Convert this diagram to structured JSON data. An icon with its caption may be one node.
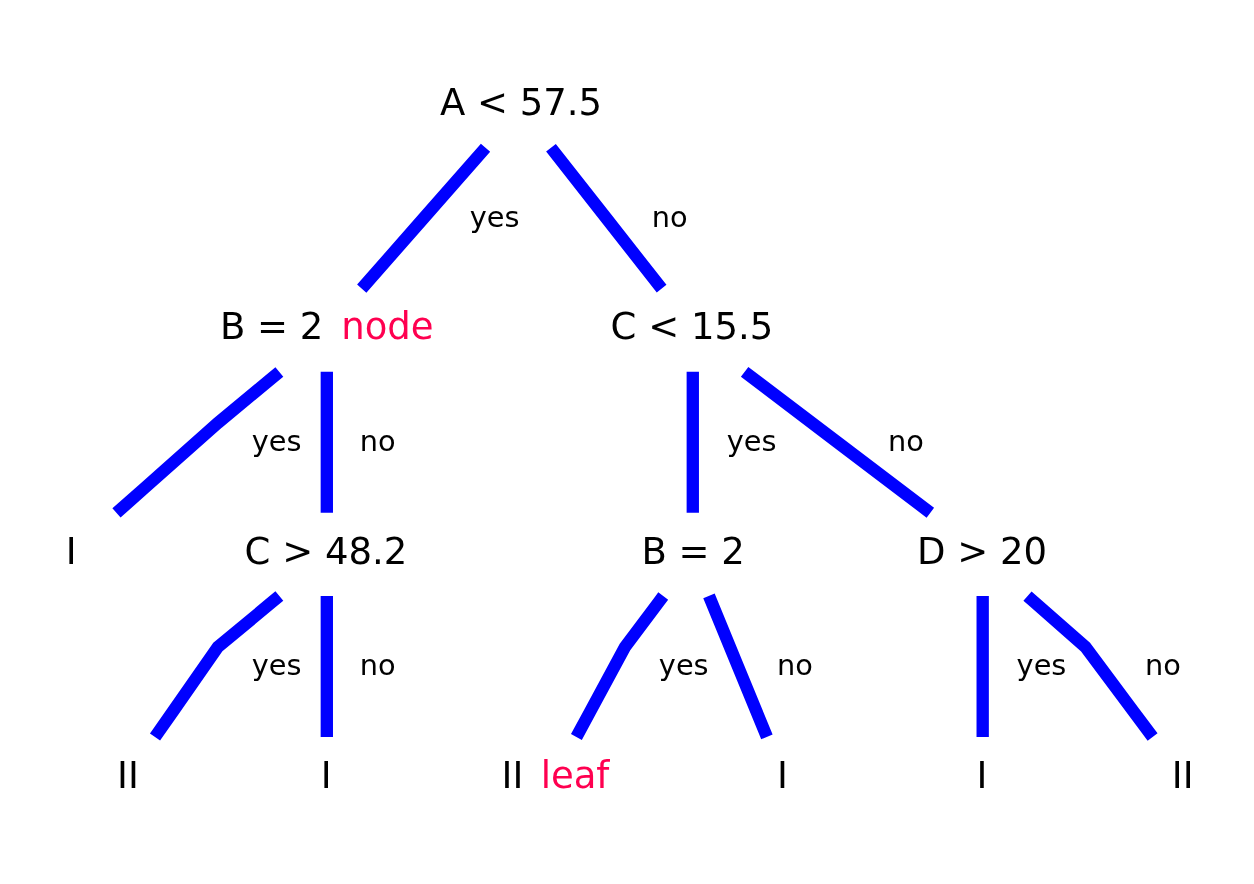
{
  "diagram": {
    "nodes": [
      {
        "text": [
          "A < 57.5"
        ]
      },
      {
        "text": [
          "B = 2"
        ],
        "beside": [
          "node"
        ]
      },
      {
        "text": [
          "C < 15.5"
        ]
      },
      {
        "text": [
          "I"
        ]
      },
      {
        "text": [
          "C > 48.2"
        ]
      },
      {
        "text": [
          "B = 2"
        ]
      },
      {
        "text": [
          "D > 20"
        ]
      },
      {
        "text": [
          "II"
        ]
      },
      {
        "text": [
          "I"
        ]
      },
      {
        "text": [
          "II"
        ],
        "beside": [
          "leaf"
        ]
      },
      {
        "text": [
          "I"
        ]
      },
      {
        "text": [
          "I"
        ]
      },
      {
        "text": [
          "II"
        ]
      }
    ],
    "edges": [
      {
        "from": 0,
        "to": 1,
        "arrow": "none",
        "label": "yes"
      },
      {
        "from": 0,
        "to": 2,
        "arrow": "none",
        "label": "no"
      },
      {
        "from": 1,
        "to": 3,
        "arrow": "none",
        "label": "yes"
      },
      {
        "from": 1,
        "to": 4,
        "arrow": "none",
        "label": "no"
      },
      {
        "from": 2,
        "to": 5,
        "arrow": "none",
        "label": "yes"
      },
      {
        "from": 2,
        "to": 6,
        "arrow": "none",
        "label": "no"
      },
      {
        "from": 4,
        "to": 7,
        "arrow": "none",
        "label": "yes"
      },
      {
        "from": 4,
        "to": 8,
        "arrow": "none",
        "label": "no"
      },
      {
        "from": 5,
        "to": 9,
        "arrow": "none",
        "label": "yes"
      },
      {
        "from": 5,
        "to": 10,
        "arrow": "none",
        "label": "no"
      },
      {
        "from": 6,
        "to": 11,
        "arrow": "none",
        "label": "yes"
      },
      {
        "from": 6,
        "to": 12,
        "arrow": "none",
        "label": "no"
      }
    ]
  }
}
